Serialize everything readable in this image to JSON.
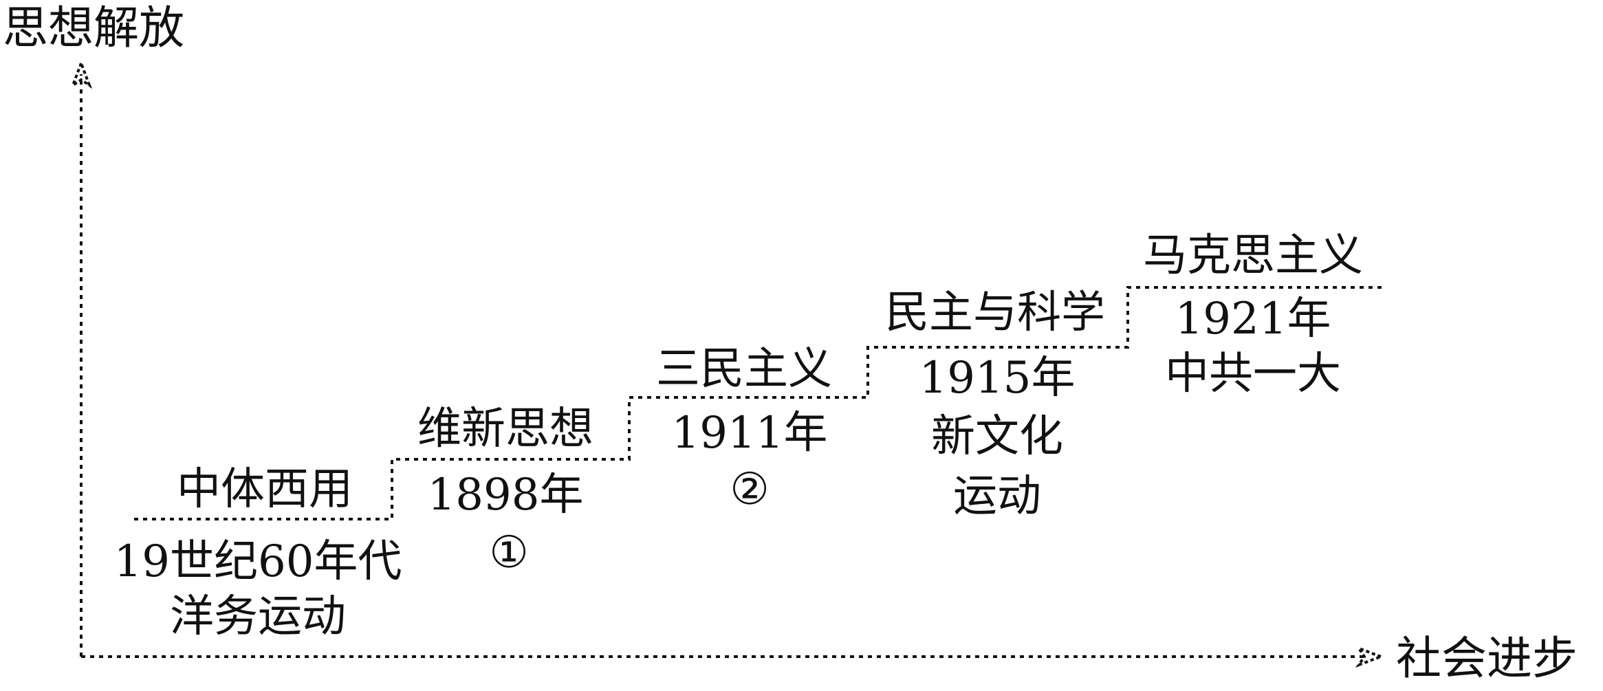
{
  "axes": {
    "y_label": "思想解放",
    "x_label": "社会进步"
  },
  "steps": [
    {
      "idea": "中体西用",
      "year": "19世纪60年代",
      "event": "洋务运动"
    },
    {
      "idea": "维新思想",
      "year": "1898年",
      "event": "①"
    },
    {
      "idea": "三民主义",
      "year": "1911年",
      "event": "②"
    },
    {
      "idea": "民主与科学",
      "year": "1915年",
      "event_line1": "新文化",
      "event_line2": "运动"
    },
    {
      "idea": "马克思主义",
      "year": "1921年",
      "event": "中共一大"
    }
  ],
  "colors": {
    "ink": "#111111",
    "background": "#ffffff"
  }
}
